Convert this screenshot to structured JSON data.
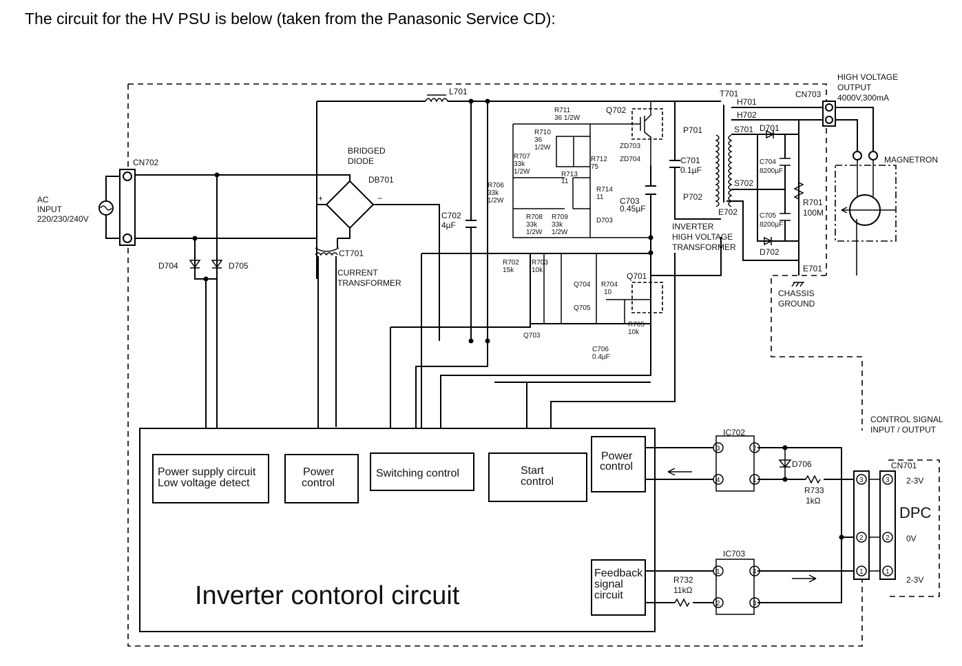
{
  "intro_text": "The circuit for the HV PSU is below (taken from the Panasonic Service CD):",
  "diagram": {
    "title": "Inverter contorol circuit",
    "ac_input": {
      "line1": "AC",
      "line2": "INPUT",
      "line3": "220/230/240V"
    },
    "connectors": {
      "cn702": "CN702",
      "cn703": "CN703",
      "cn701": "CN701"
    },
    "hv_output": {
      "line1": "HIGH VOLTAGE",
      "line2": "OUTPUT",
      "line3": "4000V,300mA"
    },
    "magnetron": "MAGNETRON",
    "chassis_ground": {
      "line1": "CHASSIS",
      "line2": "GROUND"
    },
    "control_signal": {
      "line1": "CONTROL SIGNAL",
      "line2": "INPUT / OUTPUT"
    },
    "dpc": "DPC",
    "pins": {
      "p3": "2-3V",
      "p2": "0V",
      "p1": "2-3V"
    },
    "bridge": {
      "line1": "BRIDGED",
      "line2": "DIODE",
      "name": "DB701"
    },
    "current_transformer": {
      "name": "CT701",
      "line1": "CURRENT",
      "line2": "TRANSFORMER"
    },
    "transformer": {
      "name": "T701",
      "line1": "INVERTER",
      "line2": "HIGH VOLTAGE",
      "line3": "TRANSFORMER"
    },
    "terminals": [
      "H701",
      "H702",
      "S701",
      "S702",
      "P701",
      "P702",
      "E702",
      "E701"
    ],
    "components": {
      "L701": "L701",
      "C702": [
        "C702",
        "4µF"
      ],
      "C701": [
        "C701",
        "0.1µF"
      ],
      "C703": [
        "C703",
        "0.45µF"
      ],
      "C704": [
        "C704",
        "8200µF"
      ],
      "C705": [
        "C705",
        "8200µF"
      ],
      "C706": [
        "C706",
        "0.4µF"
      ],
      "R701": [
        "R701",
        "100M"
      ],
      "R702": [
        "R702",
        "15k"
      ],
      "R703": [
        "R703",
        "10k"
      ],
      "R704": [
        "R704",
        "10"
      ],
      "R705": [
        "R705",
        "10k"
      ],
      "R706": [
        "R706",
        "33k",
        "1/2W"
      ],
      "R707": [
        "R707",
        "33k",
        "1/2W"
      ],
      "R708": [
        "R708",
        "33k",
        "1/2W"
      ],
      "R709": [
        "R709",
        "33k",
        "1/2W"
      ],
      "R710": [
        "R710",
        "36",
        "1/2W"
      ],
      "R711": [
        "R711",
        "36 1/2W"
      ],
      "R712": [
        "R712",
        "75"
      ],
      "R713": [
        "R713",
        "11"
      ],
      "R714": [
        "R714",
        "11"
      ],
      "R732": [
        "R732",
        "11kΩ"
      ],
      "R733": [
        "R733",
        "1kΩ"
      ],
      "D701": "D701",
      "D702": "D702",
      "D703": "D703",
      "D704": "D704",
      "D705": "D705",
      "D706": "D706",
      "ZD703": "ZD703",
      "ZD704": "ZD704",
      "Q701": "Q701",
      "Q702": "Q702",
      "Q703": "Q703",
      "Q704": "Q704",
      "Q705": "Q705",
      "IC702": "IC702",
      "IC703": "IC703"
    },
    "blocks": {
      "power_supply": [
        "Power supply circuit",
        "Low voltage detect"
      ],
      "power_control_1": [
        "Power",
        "control"
      ],
      "switching_control": "Switching control",
      "start_control": [
        "Start",
        "control"
      ],
      "power_control_2": [
        "Power",
        "control"
      ],
      "feedback": [
        "Feedback",
        "signal",
        "circuit"
      ]
    },
    "ic_pins": {
      "ic702": [
        "3",
        "2",
        "4",
        "1"
      ],
      "ic703": [
        "1",
        "4",
        "2",
        "3"
      ],
      "cn": [
        "3",
        "2",
        "1"
      ]
    }
  }
}
